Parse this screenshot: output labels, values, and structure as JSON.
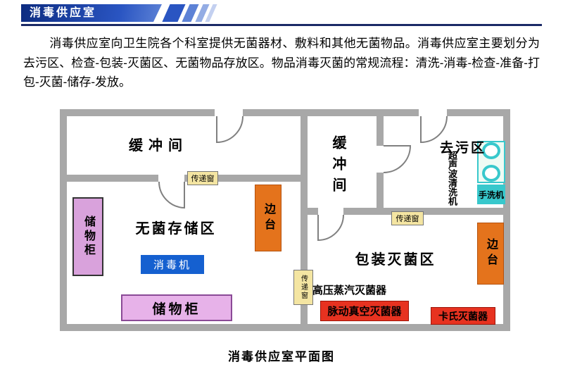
{
  "header": {
    "banner_title": "消毒供应室"
  },
  "intro": {
    "text": "消毒供应室向卫生院各个科室提供无菌器材、敷料和其他无菌物品。消毒供应室主要划分为去污区、检查-包装-灭菌区、无菌物品存放区。物品消毒灭菌的常规流程：清洗-消毒-检查-准备-打包-灭菌-储存-发放。"
  },
  "floorplan": {
    "caption": "消毒供应室平面图",
    "rooms": {
      "buffer_left": "缓冲间",
      "sterile_storage": "无菌存储区",
      "buffer_right": "缓冲间",
      "decontamination": "去污区",
      "packing_sterilization": "包装灭菌区"
    },
    "equipment": {
      "cabinet_vertical": "储物柜",
      "cabinet_bottom": "储物柜",
      "disinfector": "消毒机",
      "side_table_left": "边台",
      "side_table_right": "边台",
      "ultrasonic_cleaner": "超声波清洗机",
      "hand_washer": "手洗机",
      "autoclave": "高压蒸汽灭菌器",
      "pulse_vacuum_sterilizer": "脉动真空灭菌器",
      "cassette_sterilizer": "卡氏灭菌器"
    },
    "transfer_windows": [
      "传递窗",
      "传递窗",
      "传递窗"
    ]
  },
  "colors": {
    "wall": "#a8a8a8",
    "purple": "#d9a2dc",
    "purpleLight": "#e7b2e9",
    "purpleBorder": "#8a4a96",
    "blue": "#1560d0",
    "orange": "#e4731c",
    "orangeBorder": "#b5520e",
    "yellow": "#f4e5a2",
    "cyan": "#38c8cc",
    "cyanPale": "#effbf4",
    "red": "#e73220",
    "redBorder": "#9c1408",
    "banner1": "#0c2b80",
    "banner2": "#2a55c2",
    "banner3": "#5d82d6",
    "banner4": "#93ace4",
    "banner5": "#c3d0f0",
    "line": "#1b2a66"
  }
}
